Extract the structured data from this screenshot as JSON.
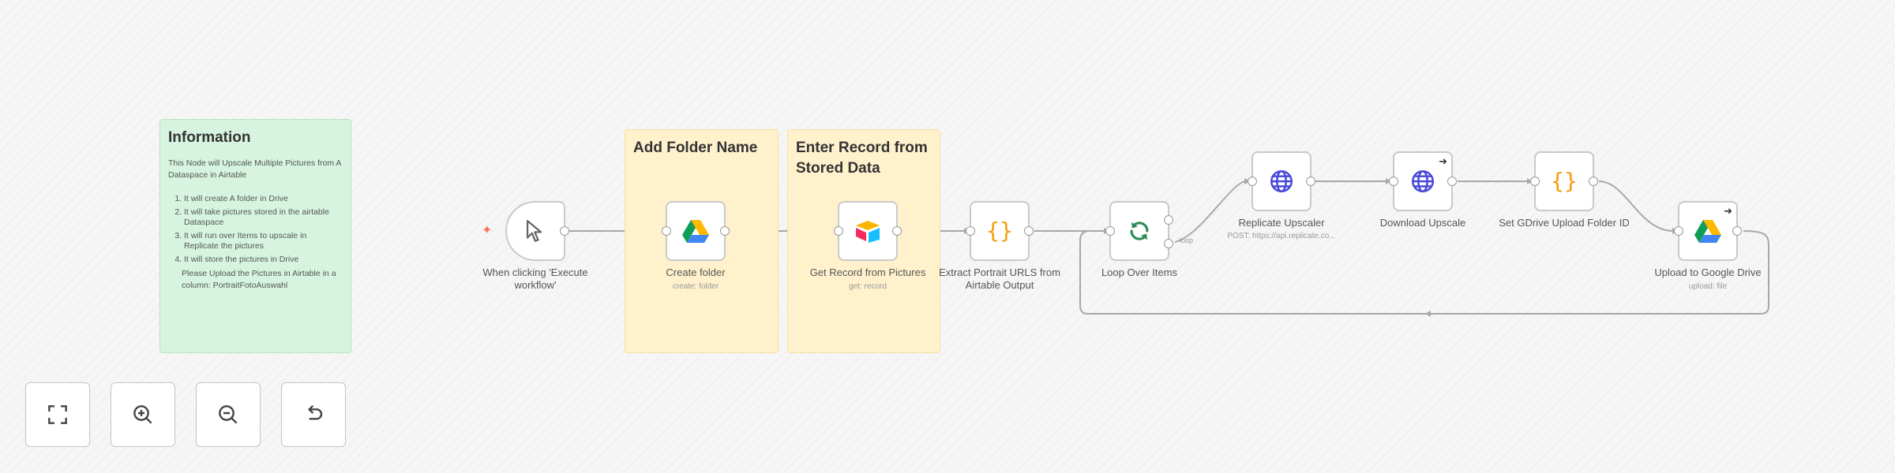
{
  "notes": {
    "info": {
      "title": "Information",
      "intro": "This Node will Upscale Multiple Pictures from A Dataspace in Airtable",
      "items": [
        "It will create A folder in Drive",
        "It will take pictures stored in the airtable Dataspace",
        "It will run over Items to upscale in Replicate the pictures",
        "It will store the pictures in Drive"
      ],
      "footer": "Please Upload the Pictures in Airtable in a column: PortraitFotoAuswahl"
    },
    "add_folder": {
      "title": "Add Folder Name"
    },
    "enter_record": {
      "title": "Enter Record from Stored Data"
    }
  },
  "nodes": {
    "trigger": {
      "label": "When clicking 'Execute workflow'",
      "icon": "cursor-icon"
    },
    "create_folder": {
      "label": "Create folder",
      "subtitle": "create: folder",
      "icon": "google-drive-icon"
    },
    "get_record": {
      "label": "Get Record from Pictures",
      "subtitle": "get: record",
      "icon": "airtable-icon"
    },
    "extract": {
      "label": "Extract Portrait URLS from Airtable Output",
      "icon": "code-braces-icon"
    },
    "loop": {
      "label": "Loop Over Items",
      "icon": "loop-icon",
      "port_label": "loop"
    },
    "replicate": {
      "label": "Replicate Upscaler",
      "subtitle": "POST: https://api.replicate.co...",
      "icon": "globe-icon"
    },
    "download": {
      "label": "Download Upscale",
      "icon": "globe-icon"
    },
    "set_gdrive": {
      "label": "Set GDrive Upload Folder ID",
      "icon": "code-braces-icon"
    },
    "upload": {
      "label": "Upload to Google Drive",
      "subtitle": "upload: file",
      "icon": "google-drive-icon"
    }
  },
  "controls": {
    "fit": {
      "icon": "fit-view-icon"
    },
    "zoom_in": {
      "icon": "zoom-in-icon"
    },
    "zoom_out": {
      "icon": "zoom-out-icon"
    },
    "reset": {
      "icon": "reset-zoom-icon"
    }
  },
  "colors": {
    "sticky_green": "#d6f4df",
    "sticky_yellow": "#fff1cc",
    "accent_orange": "#ff6d5a",
    "loop_green": "#2e8b57",
    "globe_blue": "#4a4ad8",
    "code_orange": "#f59e0b"
  }
}
